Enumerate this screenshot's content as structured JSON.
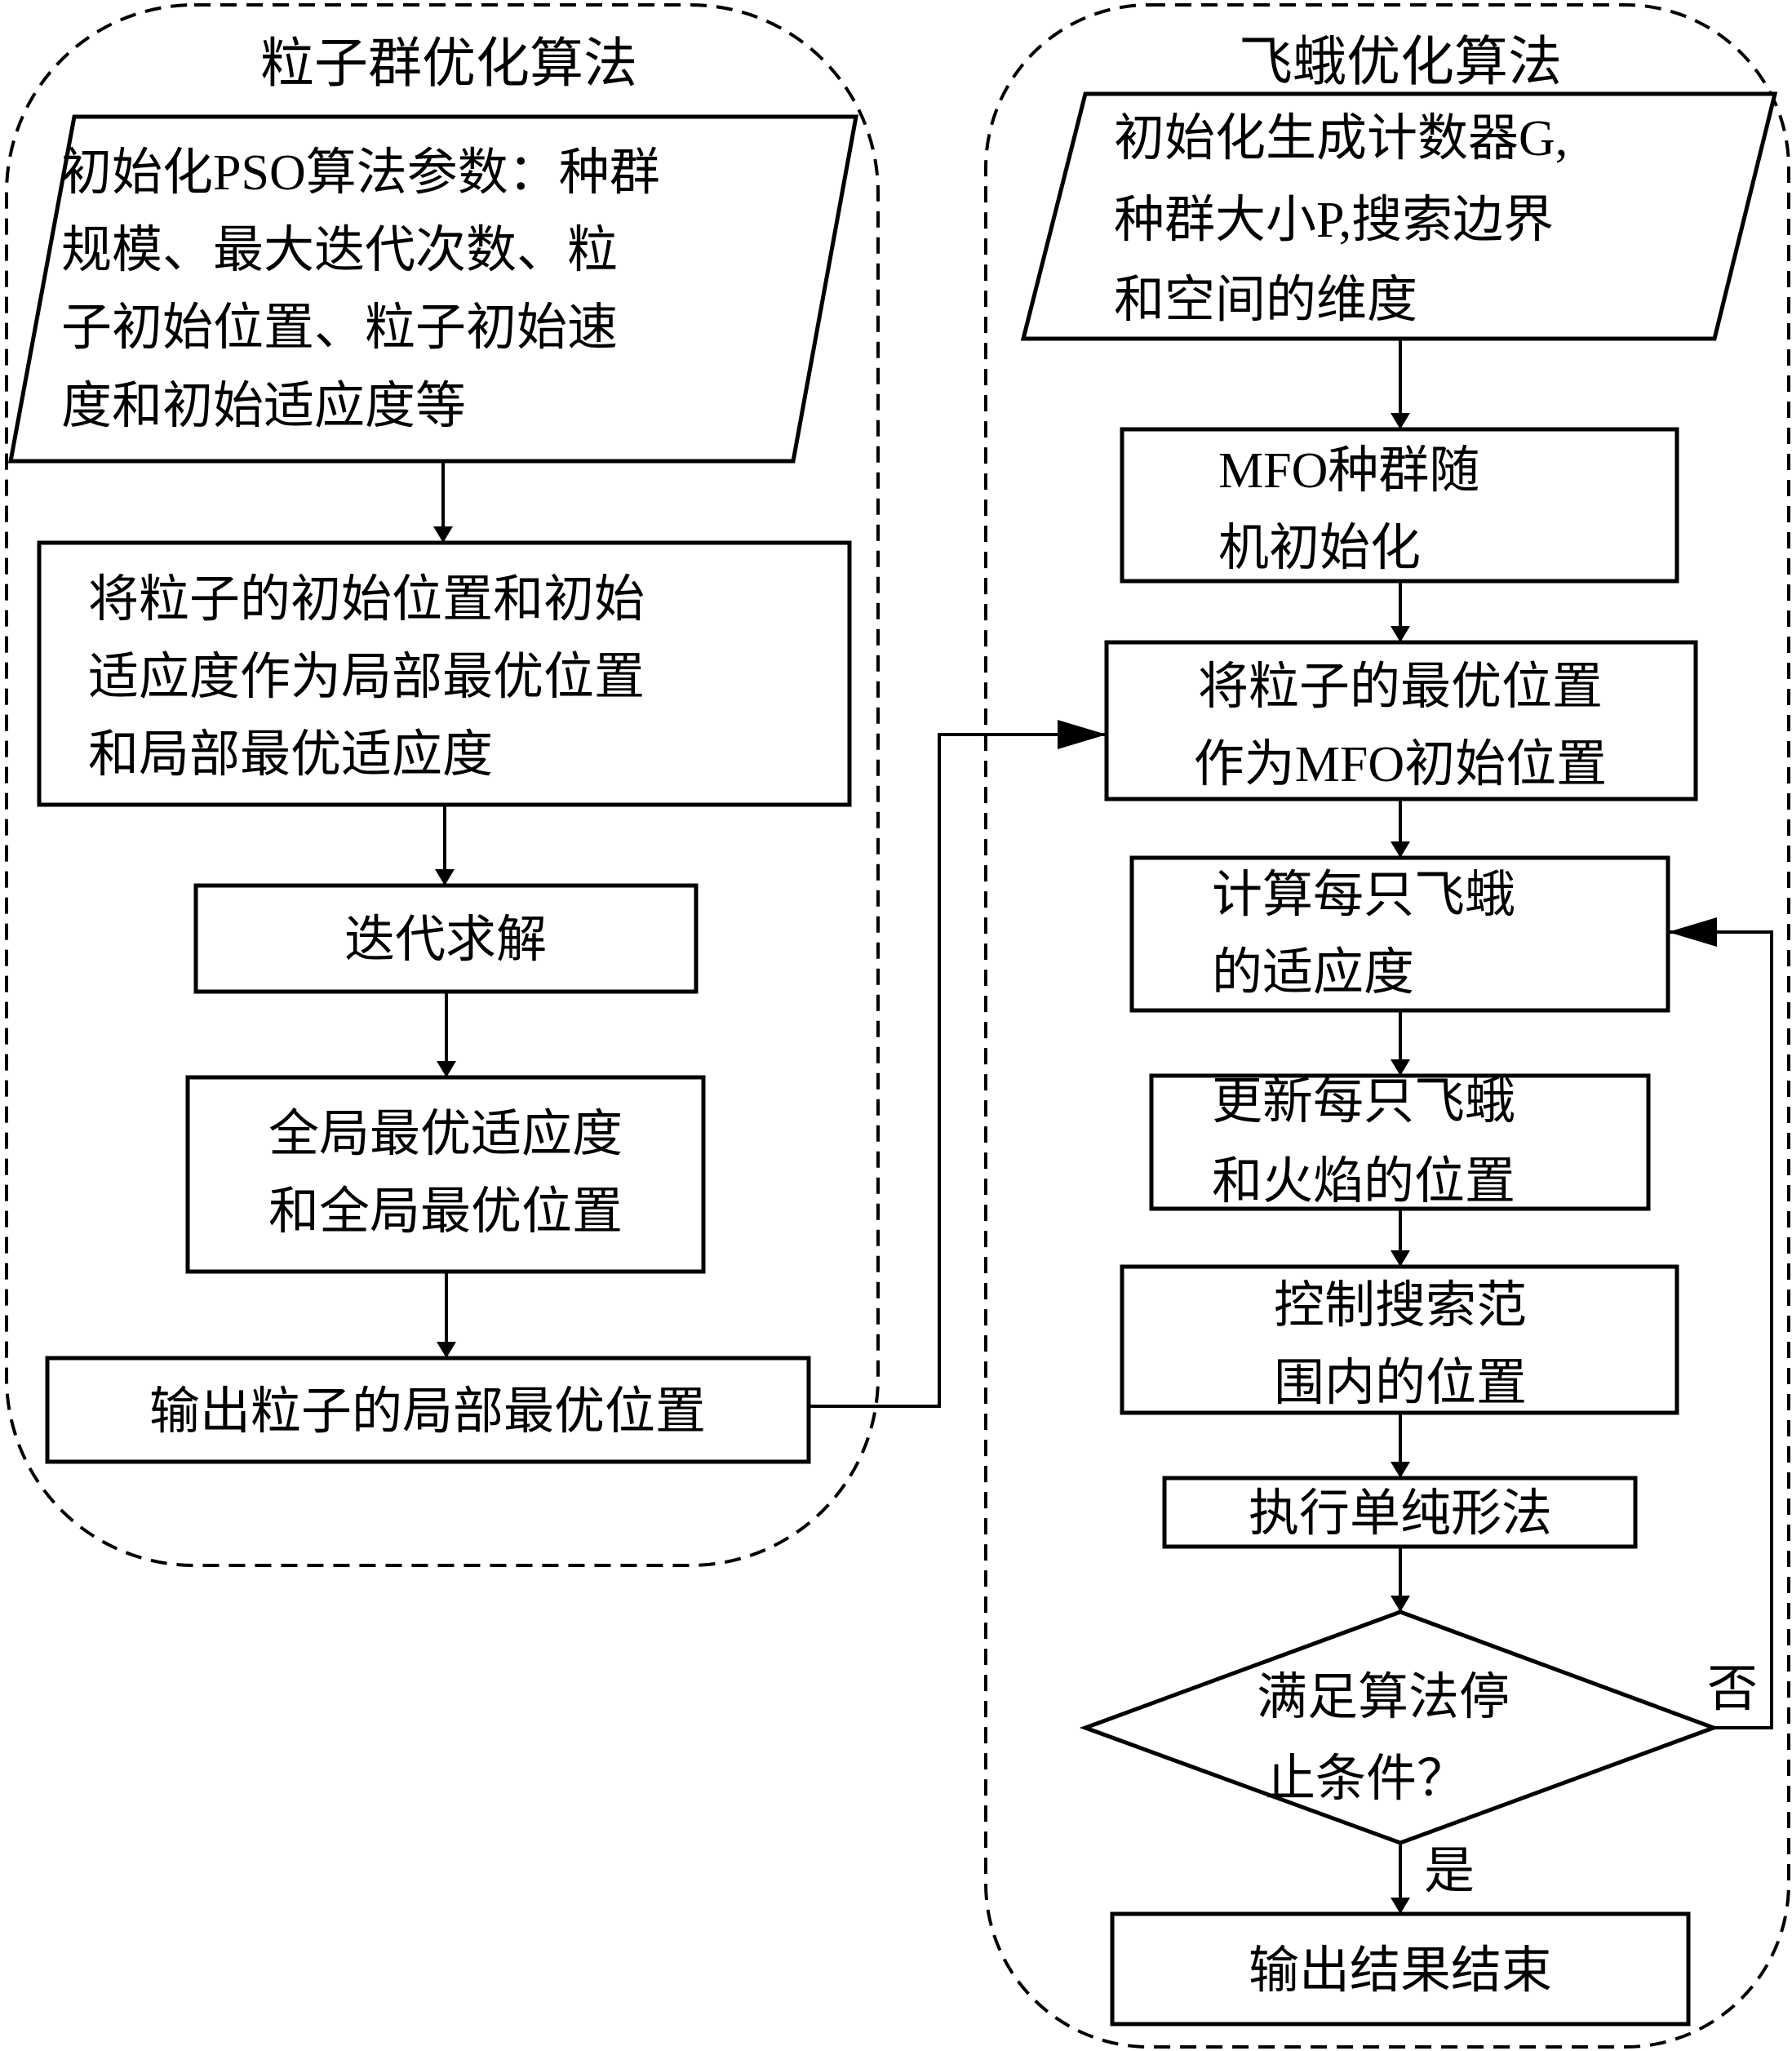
{
  "pso": {
    "title": "粒子群优化算法",
    "init": [
      "初始化PSO算法参数：种群",
      "规模、最大迭代次数、粒",
      "子初始位置、粒子初始速",
      "度和初始适应度等"
    ],
    "local_init": [
      "将粒子的初始位置和初始",
      "适应度作为局部最优位置",
      "和局部最优适应度"
    ],
    "iterate": [
      "迭代求解"
    ],
    "global_best": [
      "全局最优适应度",
      "和全局最优位置"
    ],
    "output": [
      "输出粒子的局部最优位置"
    ]
  },
  "mfo": {
    "title": "飞蛾优化算法",
    "init": [
      "初始化生成计数器G,",
      "种群大小P,搜索边界",
      "和空间的维度"
    ],
    "random_init": [
      "MFO种群随",
      "机初始化"
    ],
    "use_best": [
      "将粒子的最优位置",
      "作为MFO初始位置"
    ],
    "fitness": [
      "计算每只飞蛾",
      "的适应度"
    ],
    "update": [
      "更新每只飞蛾",
      "和火焰的位置"
    ],
    "control": [
      "控制搜索范",
      "围内的位置"
    ],
    "simplex": [
      "执行单纯形法"
    ],
    "decision": [
      "满足算法停",
      "止条件？"
    ],
    "no_label": "否",
    "yes_label": "是",
    "end": [
      "输出结果结束"
    ]
  }
}
